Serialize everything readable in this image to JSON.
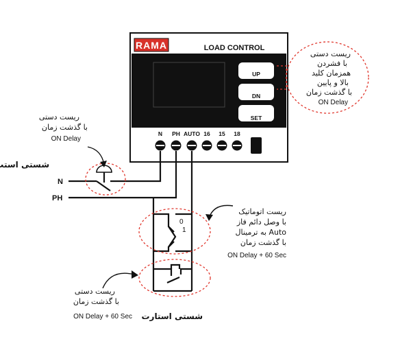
{
  "device": {
    "brand": "RAMA",
    "model": "LOAD CONTROL",
    "buttons": [
      "UP",
      "DN",
      "SET"
    ],
    "terminals": [
      "N",
      "PH",
      "AUTO",
      "16",
      "15",
      "18"
    ]
  },
  "lines": {
    "neutral": "N",
    "phase": "PH"
  },
  "switches": {
    "stop": "شستی استپ",
    "start": "شستی استارت",
    "selector_pos_0": "0",
    "selector_pos_1": "1"
  },
  "notes": {
    "buttons_reset": [
      "ریست دستی",
      "با فشردن",
      "همزمان کلید",
      "بالا و پایین",
      "با گذشت زمان",
      "ON  Delay"
    ],
    "stop_reset": [
      "ریست دستی",
      "با گذشت زمان",
      "ON Delay"
    ],
    "auto_reset": [
      "ریست اتوماتیک",
      "با وصل دائم فاز",
      "به ترمینال Auto",
      "با گذشت زمان",
      "ON  Delay + 60 Sec"
    ],
    "start_reset": [
      "ریست دستی",
      "با گذشت زمان",
      "ON  Delay + 60 Sec"
    ]
  },
  "colors": {
    "accent_red": "#e0362c",
    "ink": "#111111"
  }
}
